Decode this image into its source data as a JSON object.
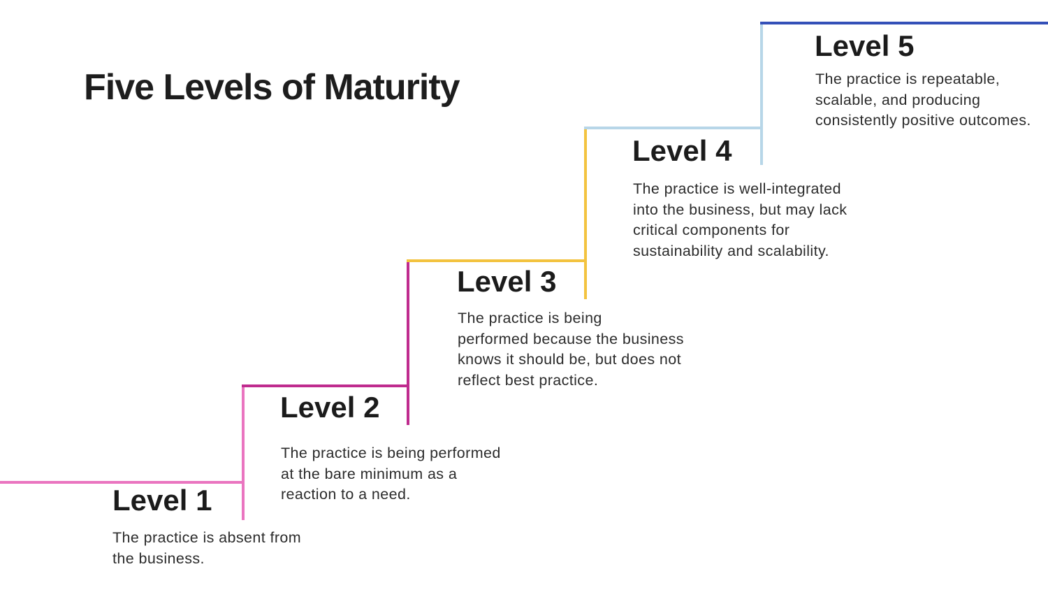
{
  "page_title": "Five Levels of Maturity",
  "heading_color": "#1d1d1d",
  "body_text_color": "#2b2b2b",
  "levels": [
    {
      "label": "Level 1",
      "description": "The practice is absent from\nthe business.",
      "color": "#ea75c0"
    },
    {
      "label": "Level 2",
      "description": "The practice is being performed\nat the bare minimum as a\nreaction to a need.",
      "color": "#bf2b8e"
    },
    {
      "label": "Level 3",
      "description": "The practice is being\nperformed because the business\nknows it should be, but does not\nreflect best practice.",
      "color": "#f3c33f"
    },
    {
      "label": "Level 4",
      "description": "The practice is well-integrated\ninto the business, but may lack\ncritical components for\nsustainability and scalability.",
      "color": "#b7d6e8"
    },
    {
      "label": "Level 5",
      "description": "The practice is repeatable,\nscalable, and producing\nconsistently positive outcomes.",
      "color": "#3450b8"
    }
  ]
}
